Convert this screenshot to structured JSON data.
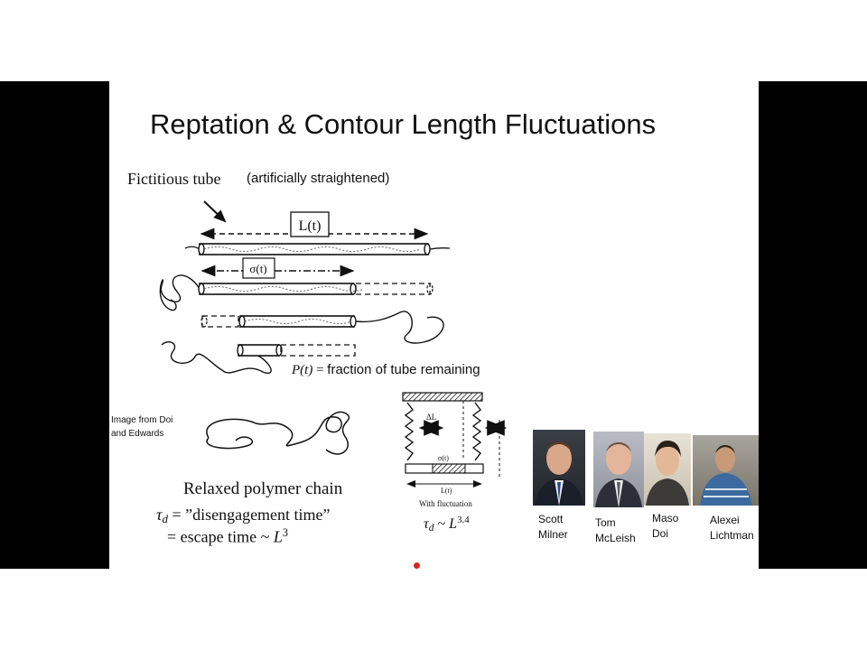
{
  "slide": {
    "title": "Reptation & Contour Length Fluctuations",
    "tube_label": "Fictitious tube",
    "tube_note": "(artificially straightened)",
    "tube_length_label": "L(t)",
    "sigma_label": "σ(t)",
    "p_label": {
      "symbol": "P(t)",
      "equals": " = ",
      "text": "fraction of tube remaining"
    },
    "source_note": "Image from Doi and Edwards",
    "chain_caption": "Relaxed polymer chain",
    "eq_disengagement": {
      "tau": "τ",
      "sub": "d",
      "rest": " = ”disengagement time”"
    },
    "eq_escape": {
      "prefix": "=  escape time ~ ",
      "base": "L",
      "exponent": "3"
    },
    "fluctuation": {
      "delta_label": "ΔL",
      "sigma_label": "σ(t)",
      "length_label": "L(t)",
      "caption": "With fluctuation",
      "eq": {
        "tau": "τ",
        "sub": "d",
        "mid": " ~ ",
        "base": "L",
        "exponent": "3.4"
      }
    },
    "people": [
      {
        "first": "Scott",
        "last": "Milner"
      },
      {
        "first": "Tom",
        "last": "McLeish"
      },
      {
        "first": "Maso",
        "last": "Doi"
      },
      {
        "first": "Alexei",
        "last": "Lichtman"
      }
    ]
  },
  "colors": {
    "letterbox": "#000000",
    "slide_background": "#ffffff",
    "text": "#111111",
    "pointer_dot": "#d4281e"
  }
}
